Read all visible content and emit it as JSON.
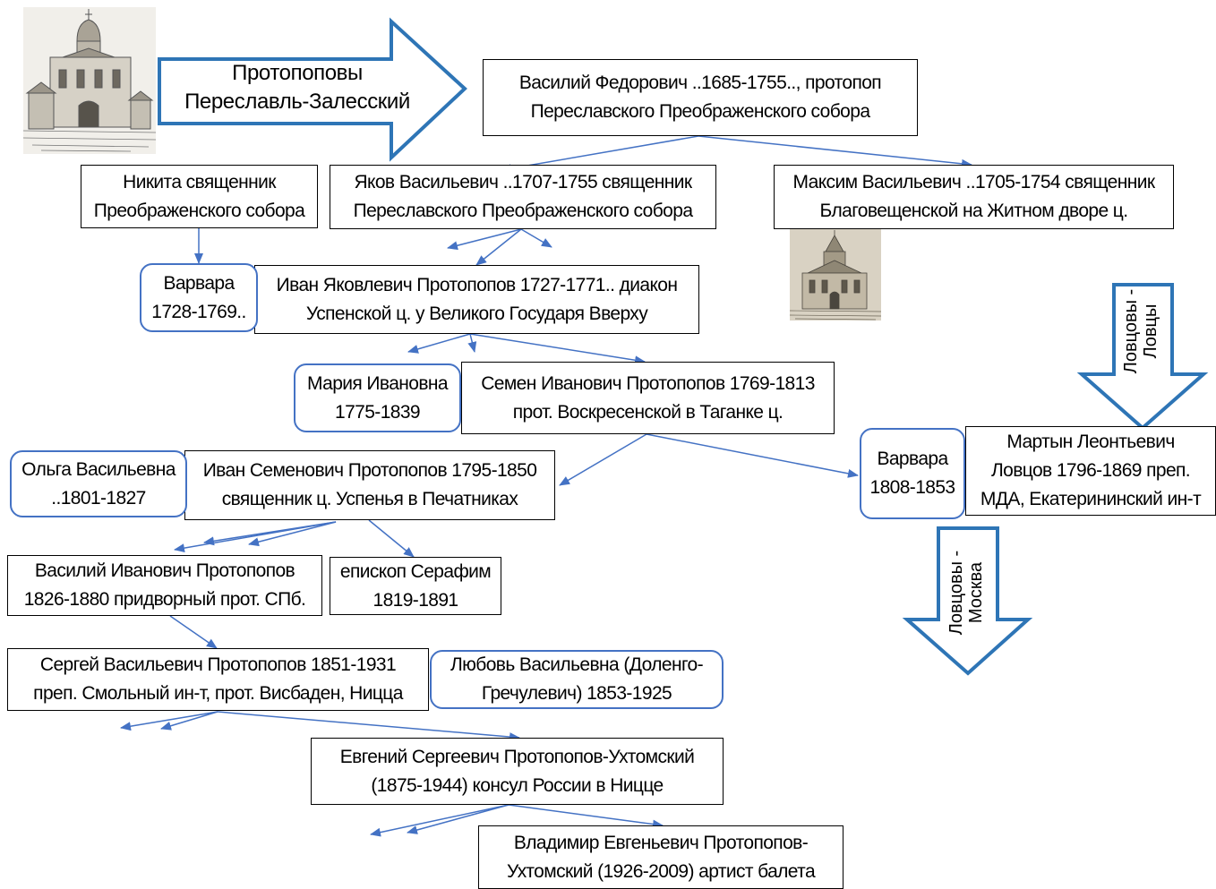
{
  "header_arrow": {
    "line1": "Протопоповы",
    "line2": "Переславль-Залесский"
  },
  "nodes": {
    "vasily_fedorovich": {
      "line1": "Василий Федорович ..1685-1755.., протопоп",
      "line2": "Переславского Преображенского собора"
    },
    "nikita": {
      "line1": "Никита священник",
      "line2": "Преображенского собора"
    },
    "yakov": {
      "line1": "Яков Васильевич ..1707-1755 священник",
      "line2": "Переславского Преображенского собора"
    },
    "maksim": {
      "line1": "Максим Васильевич ..1705-1754 священник",
      "line2": "Благовещенской на Житном дворе ц."
    },
    "varvara_1728": {
      "line1": "Варвара",
      "line2": "1728-1769.."
    },
    "ivan_yakovlevich": {
      "line1": "Иван Яковлевич Протопопов 1727-1771.. диакон",
      "line2": "Успенской ц. у Великого Государя Вверху"
    },
    "maria": {
      "line1": "Мария Ивановна",
      "line2": "1775-1839"
    },
    "semen": {
      "line1": "Семен Иванович Протопопов 1769-1813",
      "line2": "прот. Воскресенской в Таганке ц."
    },
    "olga": {
      "line1": "Ольга Васильевна",
      "line2": "..1801-1827"
    },
    "ivan_semenovich": {
      "line1": "Иван Семенович Протопопов 1795-1850",
      "line2": "священник ц. Успенья в Печатниках"
    },
    "varvara_1808": {
      "line1": "Варвара",
      "line2": "1808-1853"
    },
    "martyn": {
      "line1": "Мартын Леонтьевич",
      "line2": "Ловцов 1796-1869 преп.",
      "line3": "МДА, Екатерининский ин-т"
    },
    "vasily_ivanovich": {
      "line1": "Василий Иванович Протопопов",
      "line2": "1826-1880 придворный прот. СПб."
    },
    "serafim": {
      "line1": "епископ Серафим",
      "line2": "1819-1891"
    },
    "sergey": {
      "line1": "Сергей Васильевич Протопопов 1851-1931",
      "line2": "преп. Смольный ин-т, прот. Висбаден, Ницца"
    },
    "lyubov": {
      "line1": "Любовь Васильевна (Доленго-",
      "line2": "Гречулевич) 1853-1925"
    },
    "evgeny": {
      "line1": "Евгений Сергеевич Протопопов-Ухтомский",
      "line2": "(1875-1944) консул России в Ницце"
    },
    "vladimir": {
      "line1": "Владимир Евгеньевич Протопопов-",
      "line2": "Ухтомский (1926-2009) артист балета"
    }
  },
  "side_arrows": {
    "lovtsy": {
      "line1": "Ловцовы -",
      "line2": "Ловцы"
    },
    "moskva": {
      "line1": "Ловцовы -",
      "line2": "Москва"
    }
  },
  "colors": {
    "accent_blue": "#4472c4",
    "outline_blue": "#2e75b6",
    "box_border": "#000000"
  },
  "images": {
    "top_left": "church-engraving",
    "middle_right": "church-engraving"
  }
}
